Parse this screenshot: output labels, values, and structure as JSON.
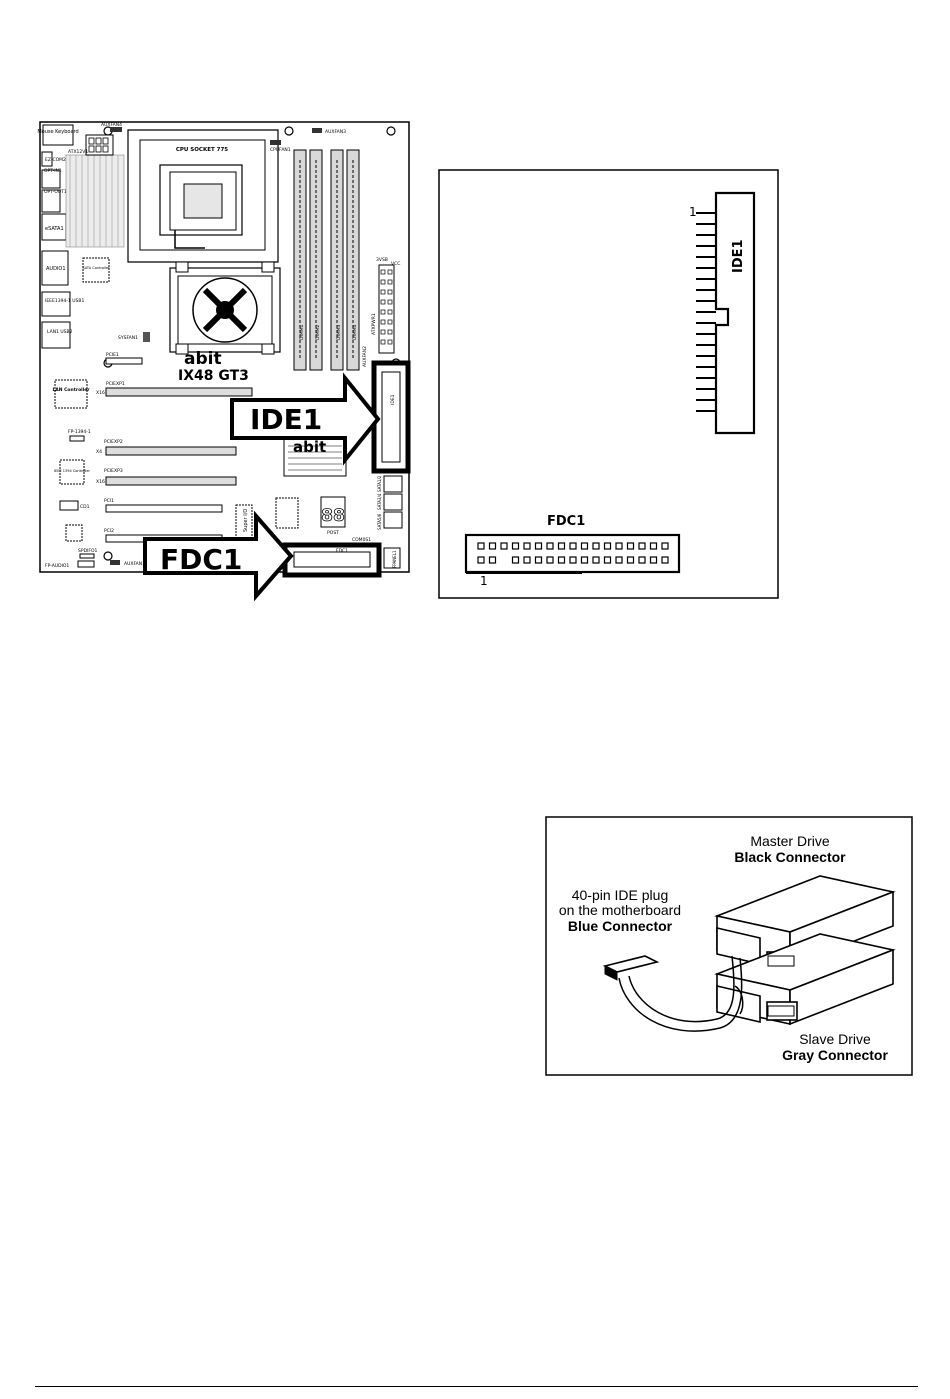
{
  "board": {
    "mouse_keyboard": "Mouse Keyboard",
    "atx12v": "ATX12V1",
    "ez_com": "EZ-COM261",
    "auxfan4": "AUXFAN4",
    "cpu_socket": "CPU SOCKET 775",
    "cpufan": "CPUFAN1",
    "auxfan3": "AUXFAN3",
    "opt_in": "OPT-IN1",
    "opt_out": "OPT-OUT1",
    "esata": "eSATA1",
    "sata_controller": "SATA Controller",
    "audio": "AUDIO1",
    "ieee_usb": "IEEE1394-1 USB1",
    "lan_usb": "LAN1 USB2",
    "sysfan": "SYSFAN1",
    "dimm1": "DIMM1",
    "dimm2": "DIMM2",
    "dimm3": "DIMM3",
    "dimm4": "DIMM4",
    "v3vsb": "3VSB",
    "vcc": "VCC",
    "atxpwr": "ATXPWR1",
    "auxfan2": "AUXFAN2",
    "pcie1": "PCIE1",
    "abit_logo": "abit",
    "model": "IX48 GT3",
    "pciexp1": "PCIEXP1",
    "x16": "X16",
    "lan_controller": "LAN Controller",
    "fp1394": "FP-1394-1",
    "pciexp2": "PCIEXP2",
    "x4": "X4",
    "ieee_controller": "IEEE 1394 Controller",
    "pciexp3": "PCIEXP3",
    "x16b": "X16",
    "cd1": "CD1",
    "pci1": "PCI1",
    "pci2": "PCI2",
    "spdifo": "SPDIFO1",
    "fpaudio": "FP-AUDIO1",
    "auxfan1": "AUXFAN1",
    "super_io": "Super I/O",
    "post": "POST",
    "post_digits": "88",
    "fdc1_small": "FDC1",
    "ide1_small": "IDE1",
    "comos": "COM0S1",
    "sata_label1": "SATA1/2",
    "sata_label2": "SATA3/4",
    "sata_label3": "SATA5/6",
    "fpanel": "FPANEL1",
    "abit_chip": "abit",
    "ide1_callout": "IDE1",
    "fdc1_callout": "FDC1"
  },
  "pinout": {
    "ide_pin1": "1",
    "ide_label": "IDE1",
    "fdc_label": "FDC1",
    "fdc_pin1": "1"
  },
  "cable": {
    "master_line1": "Master Drive",
    "master_line2": "Black Connector",
    "plug_line1": "40-pin IDE plug",
    "plug_line2": "on the motherboard",
    "plug_line3": "Blue Connector",
    "slave_line1": "Slave Drive",
    "slave_line2": "Gray Connector"
  }
}
